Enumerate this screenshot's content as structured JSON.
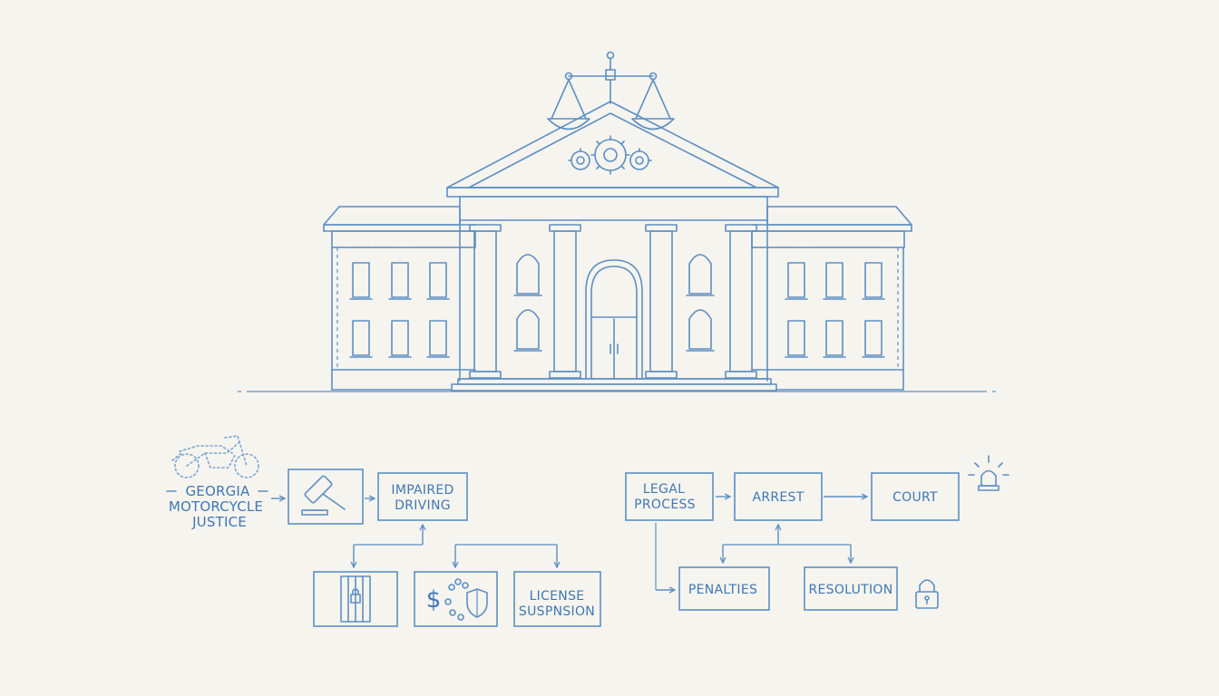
{
  "brand": {
    "line1": "GEORGIA",
    "line2": "MOTORCYCLE",
    "line3": "JUSTICE"
  },
  "nodes": {
    "impaired_line1": "IMPAIRED",
    "impaired_line2": "DRIVING",
    "license_line1": "LICENSE",
    "license_line2": "SUSPNSION",
    "legal_line1": "LEGAL",
    "legal_line2": "PROCESS",
    "arrest": "ARREST",
    "court": "COURT",
    "penalties": "PENALTIES",
    "resolution": "RESOLUTION"
  },
  "icons": {
    "currency_symbol": "$"
  },
  "colors": {
    "background": "#f6f4ee",
    "line": "#5b8fc4",
    "text": "#3e78b5"
  }
}
